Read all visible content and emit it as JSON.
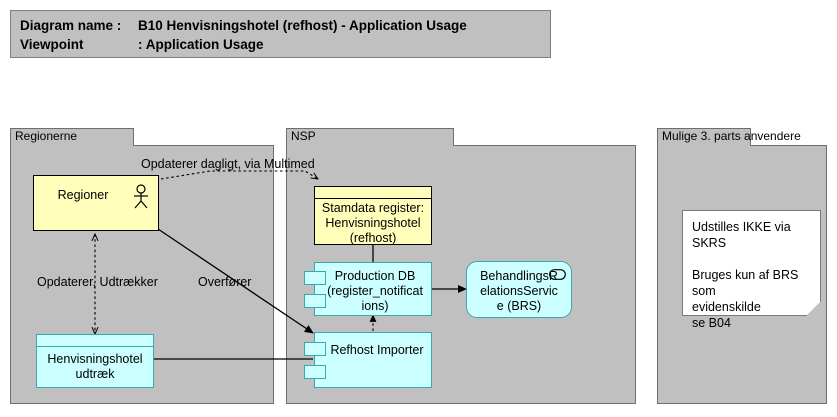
{
  "header": {
    "diagram_name_label": "Diagram name :",
    "diagram_name_value": "B10 Henvisningshotel (refhost) - Application Usage",
    "viewpoint_label": "Viewpoint",
    "viewpoint_value": ": Application Usage"
  },
  "groups": [
    {
      "id": "regionerne",
      "label": "Regionerne"
    },
    {
      "id": "nsp",
      "label": "NSP"
    },
    {
      "id": "tredjepart",
      "label": "Mulige 3. parts anvendere"
    }
  ],
  "nodes": {
    "regioner": {
      "label": "Regioner",
      "icon": "actor-icon"
    },
    "henvisningshotel_udtraek": {
      "label": "Henvisningshotel\nudtræk"
    },
    "stamdata_register": {
      "label": "Stamdata register:\nHenvisningshotel\n(refhost)"
    },
    "production_db": {
      "label": "Production DB\n(register_notificat\nions)"
    },
    "refhost_importer": {
      "label": "Refhost Importer"
    },
    "brs": {
      "label": "BehandlingsR\nelationsServic\ne (BRS)",
      "icon": "service-oval-icon"
    }
  },
  "edge_labels": {
    "opdaterer_dagligt": "Opdaterer dagligt, via Multimed",
    "opdaterer_udtraekker": "Opdaterer, Udtrækker",
    "overfoerer": "Overfører"
  },
  "note": {
    "text": "Udstilles IKKE via SKRS\n\nBruges kun af BRS som\nevidenskilde\nse B04"
  },
  "colors": {
    "group_fill": "#c0c0c0",
    "group_border": "#6e6e6e",
    "yellow_fill": "#ffffbb",
    "cyan_fill": "#ccffff",
    "cyan_border": "#3aa8a8",
    "canvas": "#ffffff",
    "line": "#000000"
  }
}
